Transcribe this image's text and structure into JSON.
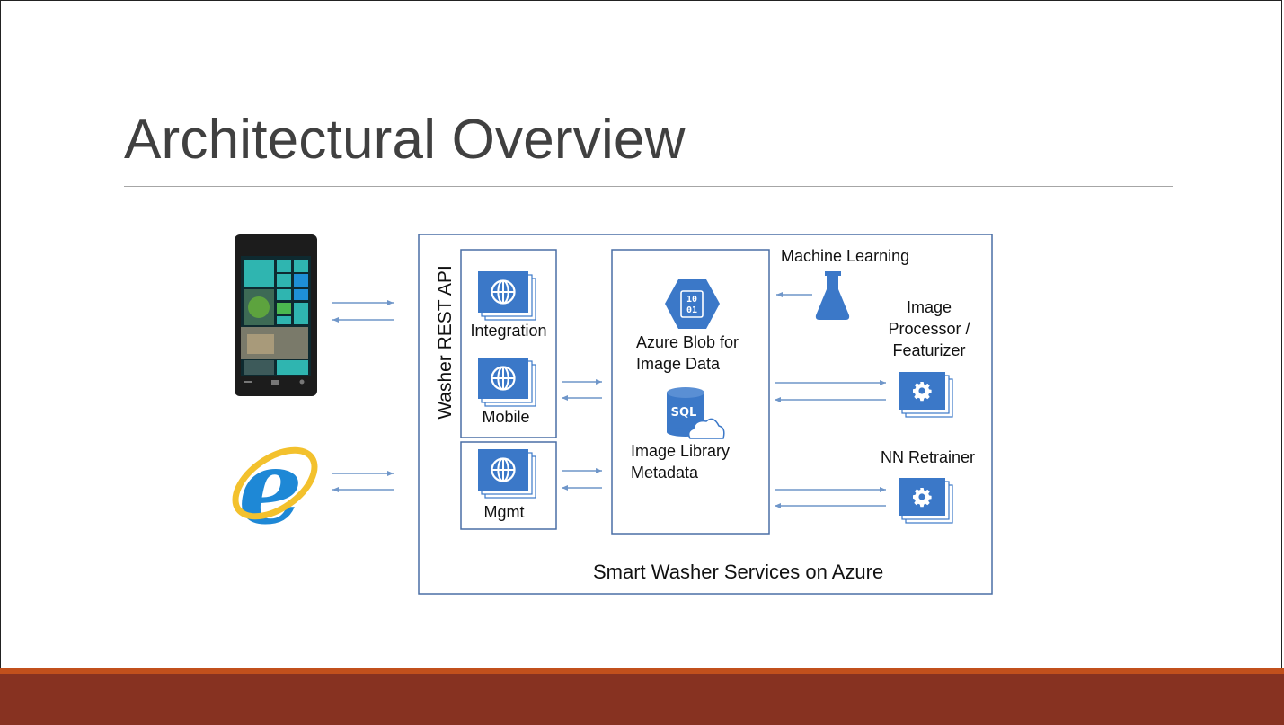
{
  "slide": {
    "title": "Architectural Overview"
  },
  "colors": {
    "accent_blue": "#3b78c8",
    "box_border": "#4a6fa5",
    "arrow": "#6f96c9",
    "footer_band": "#873221",
    "footer_line": "#c2501c"
  },
  "diagram": {
    "api_label": "Washer REST API",
    "api_services": [
      {
        "label": "Integration",
        "icon": "globe-icon"
      },
      {
        "label": "Mobile",
        "icon": "globe-icon"
      },
      {
        "label": "Mgmt",
        "icon": "globe-icon"
      }
    ],
    "storage": {
      "blob_label": "Azure Blob for\nImage Data",
      "blob_icon": "binary-hexagon-icon",
      "sql_label": "Image Library\nMetadata",
      "sql_icon": "sql-database-icon",
      "sql_icon_text": "SQL",
      "blob_icon_text": "10\n01"
    },
    "machine_learning": {
      "label": "Machine Learning",
      "icon": "flask-icon"
    },
    "image_processor": {
      "label": "Image\nProcessor /\nFeaturizer",
      "icon": "gear-icon"
    },
    "nn_retrainer": {
      "label": "NN Retrainer",
      "icon": "gear-icon"
    },
    "container_label": "Smart Washer Services on Azure",
    "clients": [
      {
        "name": "phone",
        "icon": "windows-phone-icon"
      },
      {
        "name": "browser",
        "icon": "internet-explorer-icon"
      }
    ]
  }
}
